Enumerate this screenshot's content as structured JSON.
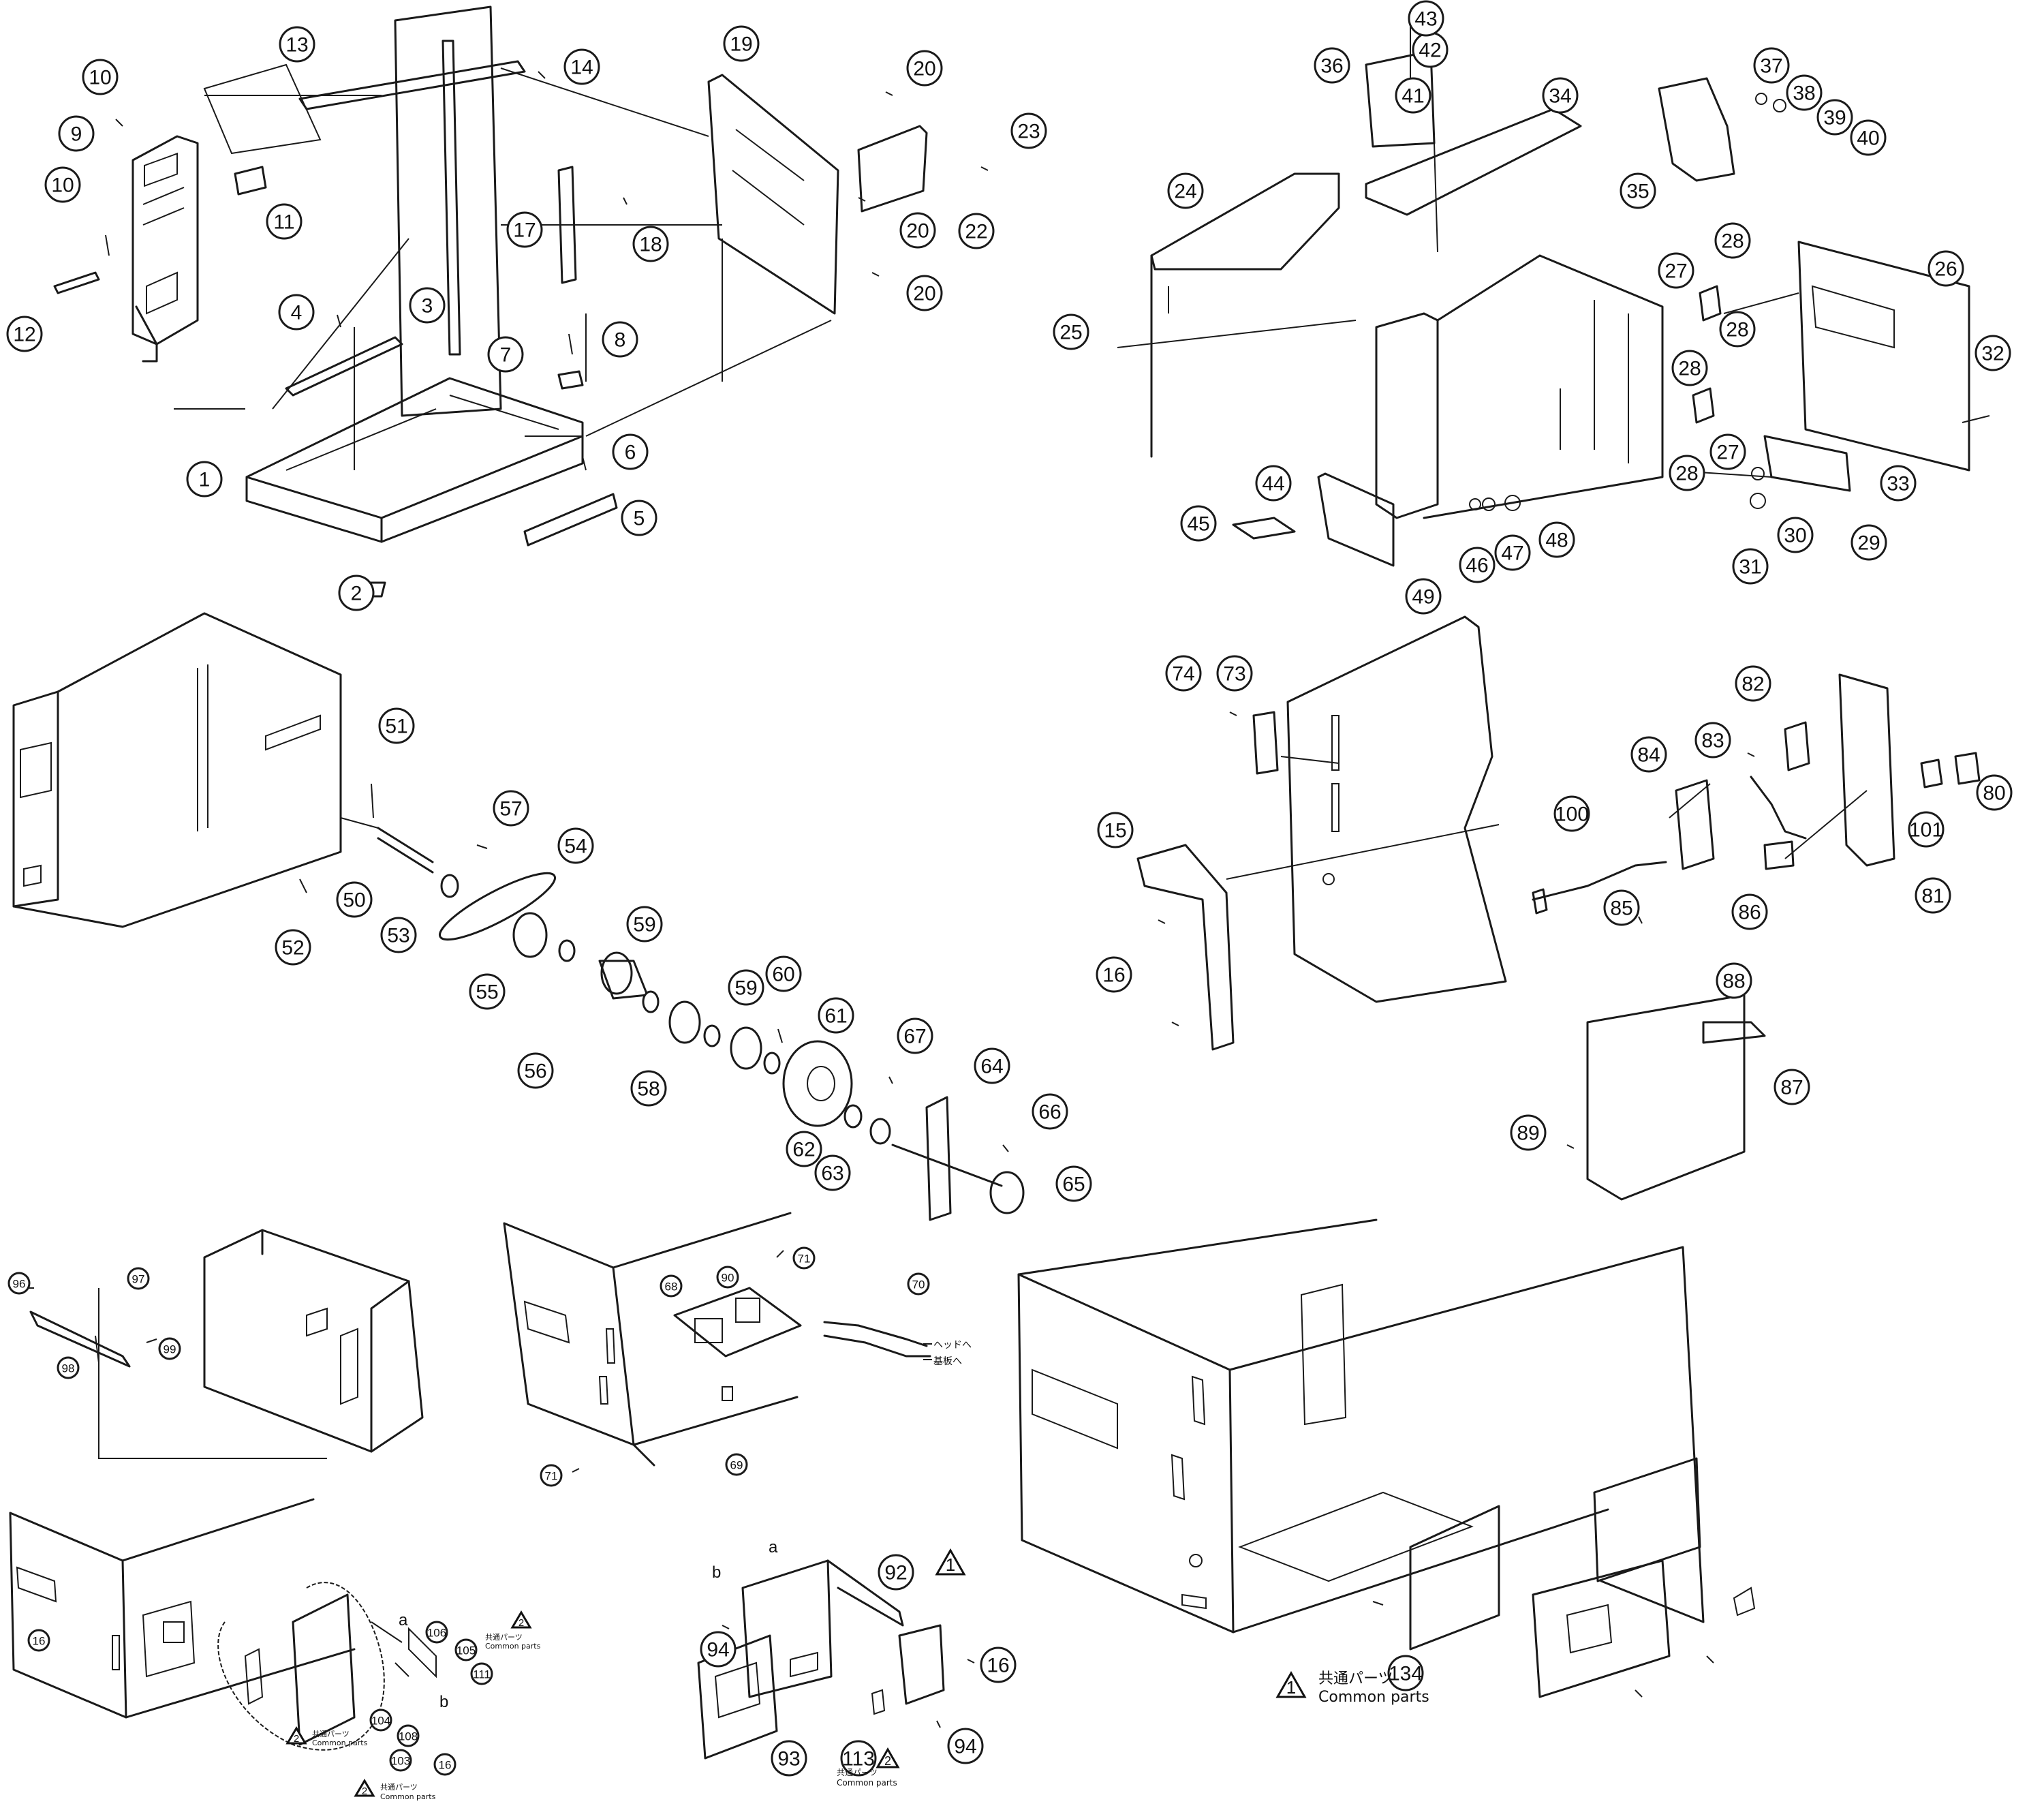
{
  "callouts_large": [
    "1",
    "2",
    "3",
    "4",
    "5",
    "6",
    "7",
    "8",
    "9",
    "10",
    "10",
    "11",
    "12",
    "13",
    "14",
    "17",
    "18",
    "19",
    "20",
    "20",
    "20",
    "22",
    "23",
    "24",
    "25",
    "26",
    "27",
    "27",
    "28",
    "28",
    "28",
    "28",
    "29",
    "30",
    "31",
    "32",
    "33",
    "34",
    "35",
    "36",
    "37",
    "38",
    "39",
    "40",
    "41",
    "42",
    "43",
    "44",
    "45",
    "46",
    "47",
    "48",
    "49",
    "50",
    "51",
    "52",
    "53",
    "54",
    "55",
    "56",
    "57",
    "58",
    "59",
    "59",
    "60",
    "61",
    "62",
    "63",
    "64",
    "65",
    "66",
    "67",
    "73",
    "74",
    "15",
    "16",
    "80",
    "81",
    "82",
    "83",
    "84",
    "85",
    "86",
    "100",
    "101",
    "87",
    "88",
    "89",
    "92",
    "93",
    "94",
    "94",
    "16",
    "113",
    "134"
  ],
  "callouts_small": [
    "96",
    "97",
    "98",
    "99",
    "68",
    "90",
    "71",
    "71",
    "70",
    "69",
    "16",
    "106",
    "105",
    "111",
    "104",
    "108",
    "103",
    "16"
  ],
  "notes": {
    "common_parts_jp": "共通パーツ",
    "common_parts_en": "Common parts",
    "to_head": "ヘッドへ",
    "to_board": "基板へ"
  },
  "warning_numbers": [
    "1",
    "2"
  ],
  "branch_letters": [
    "a",
    "b"
  ]
}
